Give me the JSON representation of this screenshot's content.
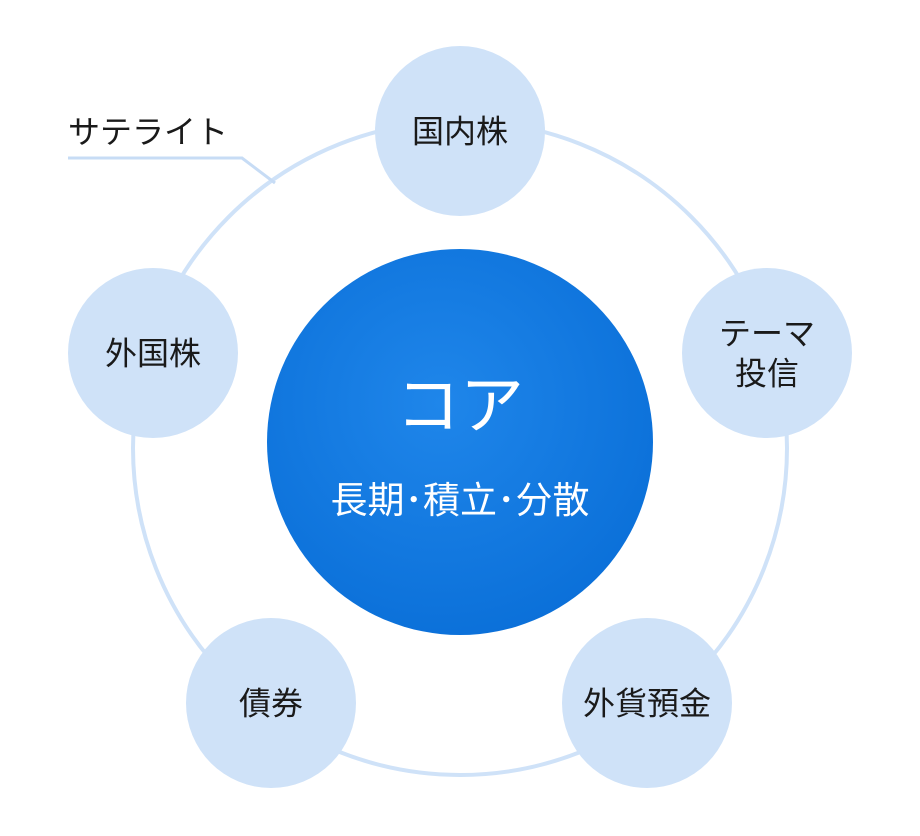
{
  "diagram": {
    "satellite_label": "サテライト",
    "core": {
      "title": "コア",
      "subtitle": "長期･積立･分散"
    },
    "satellites": [
      {
        "id": "domestic-stocks",
        "lines": [
          "国内株"
        ]
      },
      {
        "id": "theme-funds",
        "lines": [
          "テーマ",
          "投信"
        ]
      },
      {
        "id": "foreign-currency-deposits",
        "lines": [
          "外貨預金"
        ]
      },
      {
        "id": "bonds",
        "lines": [
          "債券"
        ]
      },
      {
        "id": "foreign-stocks",
        "lines": [
          "外国株"
        ]
      }
    ],
    "colors": {
      "ring": "#cfe2f8",
      "satellite_fill": "#cfe2f8",
      "satellite_text": "#1a1a1a",
      "core_light": "#1f86ea",
      "core_dark": "#0a6fd8",
      "core_text": "#ffffff",
      "label_line": "#c7dcf5",
      "label_text": "#1a1a1a"
    }
  }
}
